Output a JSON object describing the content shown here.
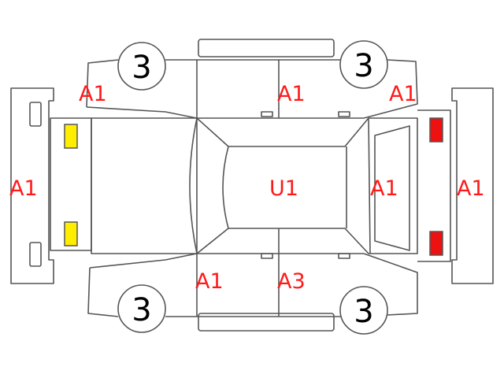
{
  "colors": {
    "damage_code": "#ff1a1a",
    "outline": "#555555",
    "front_lamp": "#ffee00",
    "rear_lamp": "#ee1111",
    "tire_text": "#000000"
  },
  "tires": {
    "front_left": "3",
    "rear_left": "3",
    "front_right": "3",
    "rear_right": "3"
  },
  "codes": {
    "front_bumper": "A1",
    "front_left_fender": "A1",
    "left_front_door": "A1",
    "left_rear_quarter": "A1",
    "roof": "U1",
    "rear_glass": "A1",
    "rear_bumper": "A1",
    "right_front_door": "A1",
    "right_rear_door": "A3"
  }
}
